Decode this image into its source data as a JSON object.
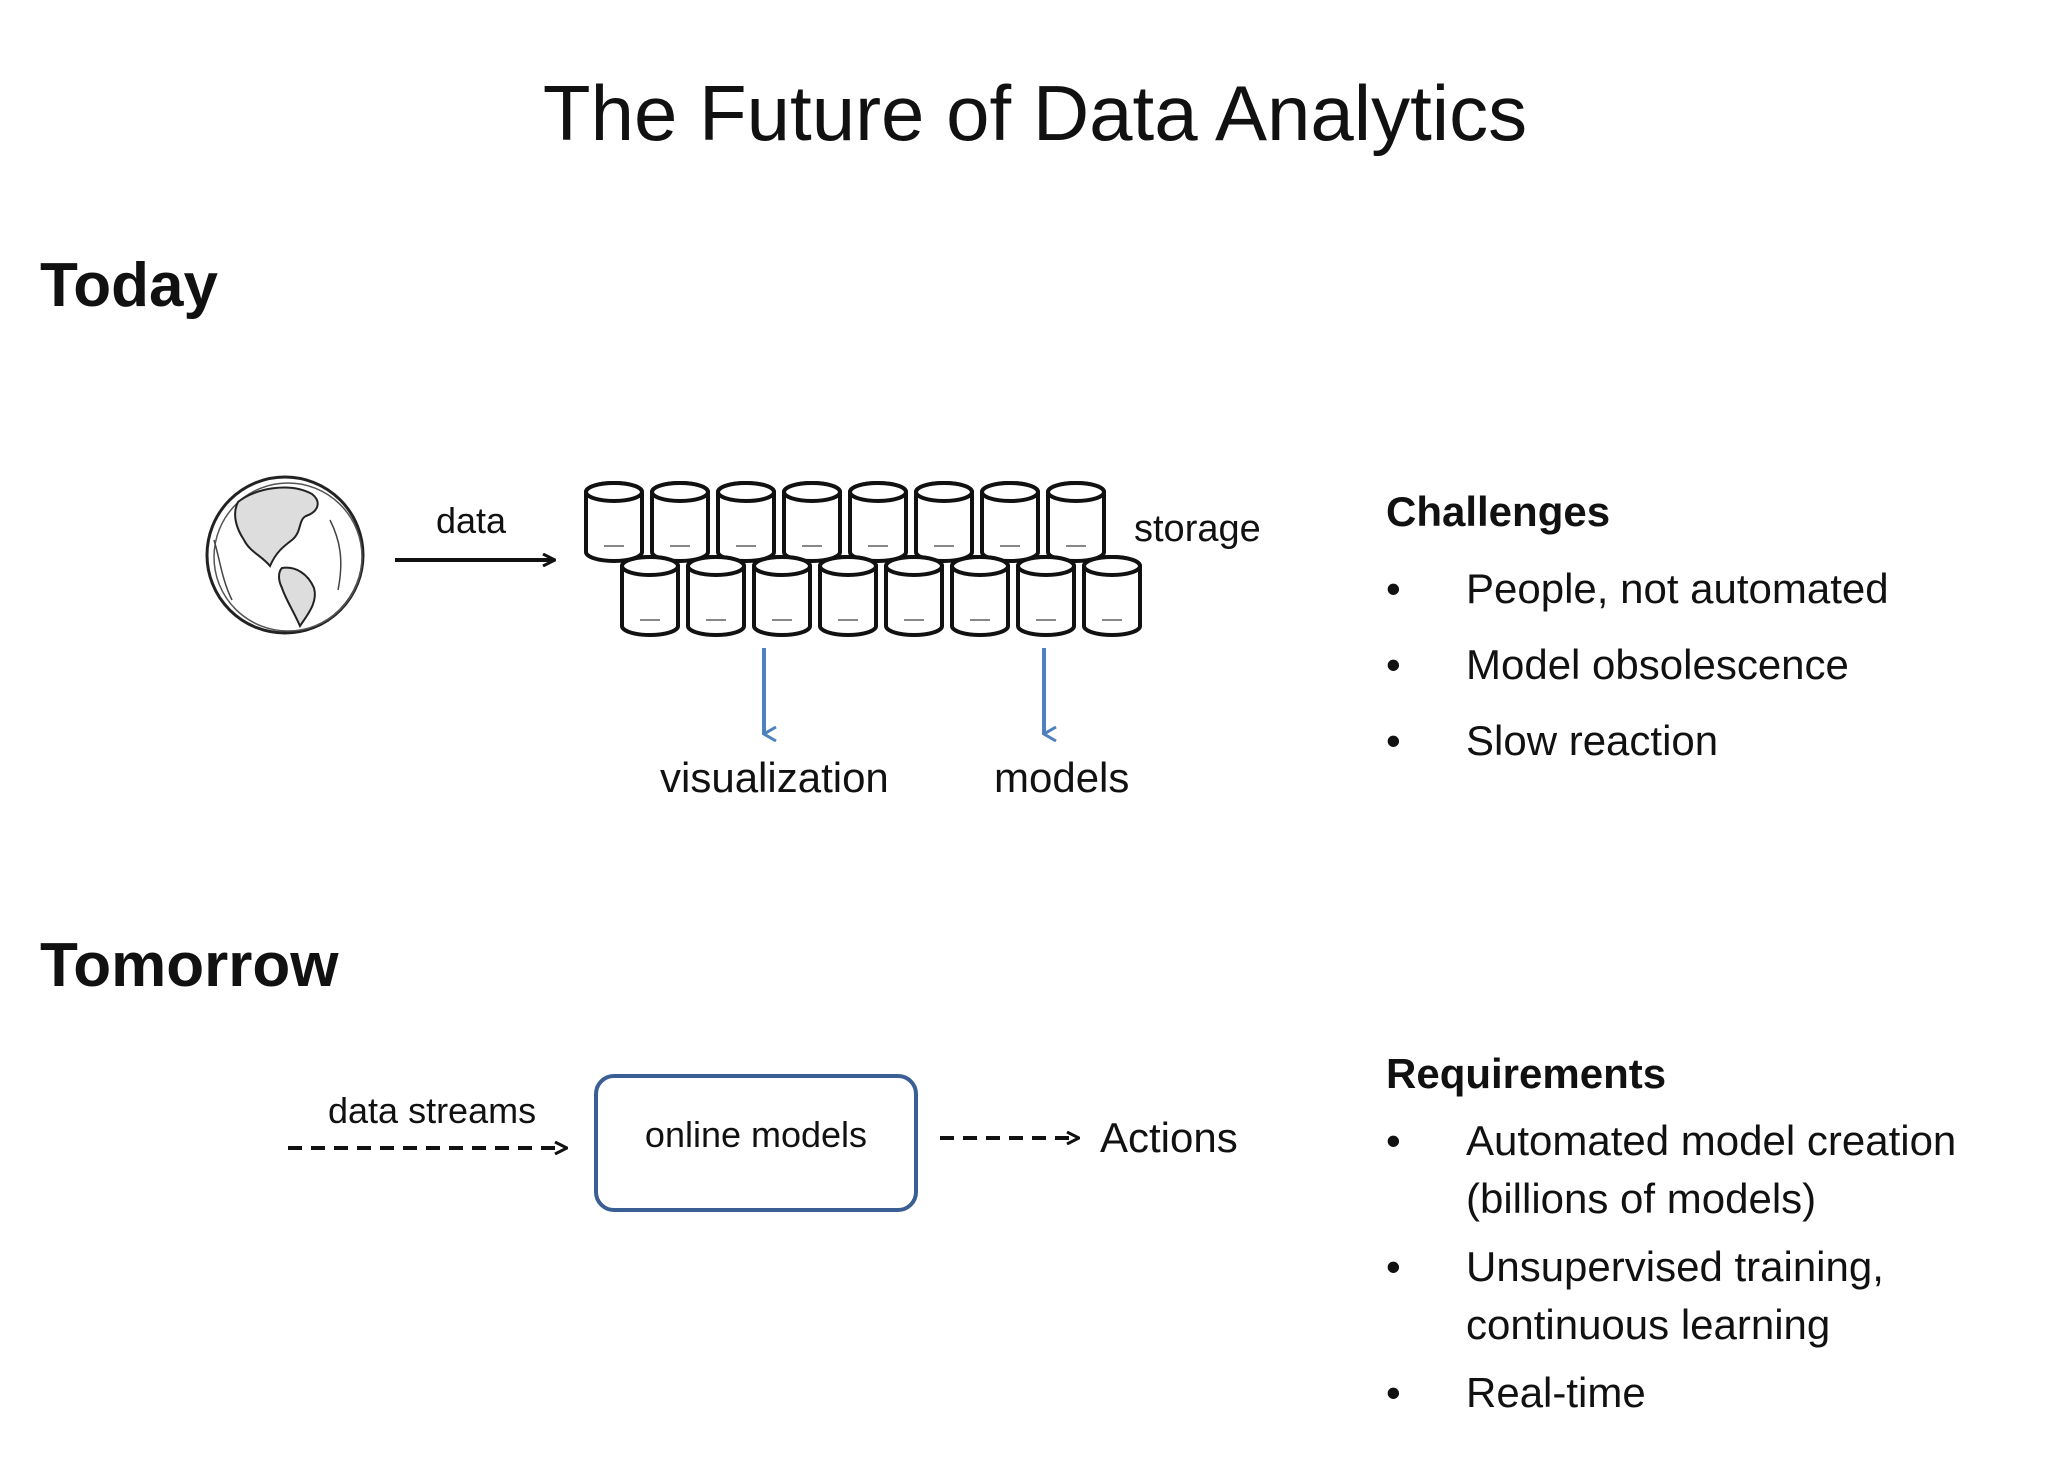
{
  "title": "The Future of Data Analytics",
  "today": {
    "heading": "Today",
    "data_label": "data",
    "storage_label": "storage",
    "visualization_label": "visualization",
    "models_label": "models",
    "challenges": {
      "heading": "Challenges",
      "items": [
        "People, not automated",
        "Model obsolescence",
        "Slow reaction"
      ]
    }
  },
  "tomorrow": {
    "heading": "Tomorrow",
    "streams_label": "data streams",
    "box_label": "online models",
    "actions_label": "Actions",
    "requirements": {
      "heading": "Requirements",
      "items": [
        {
          "line1": "Automated model creation",
          "line2": "(billions of models)"
        },
        {
          "line1": "Unsupervised training,",
          "line2": "continuous learning"
        },
        {
          "line1": "Real-time",
          "line2": ""
        }
      ]
    }
  },
  "colors": {
    "arrow_blue": "#4f81bd",
    "box_border": "#3a5f95"
  },
  "icons": [
    "globe-icon",
    "database-icon"
  ]
}
